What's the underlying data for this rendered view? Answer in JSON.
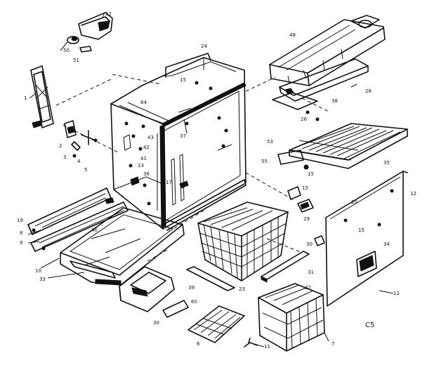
{
  "corner_code": "C5",
  "part_labels": {
    "p52": "52",
    "p50": "50",
    "p51": "51",
    "p1": "1",
    "p2": "2",
    "p3": "3",
    "p4": "4",
    "p5": "5",
    "p24": "24",
    "p15": "15",
    "p64": "64",
    "p43": "43",
    "p41": "41",
    "p42": "42",
    "p13": "13",
    "p36": "36",
    "p48": "48",
    "p28": "28",
    "p38": "38",
    "p26": "26",
    "p53": "53",
    "p55": "55",
    "p35": "35",
    "p20": "20",
    "p29": "29",
    "p12": "12",
    "p34": "34",
    "p19": "19",
    "p8": "8",
    "p9": "9",
    "p10": "10",
    "p33": "33",
    "p40": "40",
    "p23": "23",
    "p39": "39",
    "p31": "31",
    "p32": "32",
    "p30": "30",
    "p60": "60",
    "p6": "6",
    "p11": "11",
    "p7": "7",
    "p37": "37",
    "p17": "17"
  }
}
